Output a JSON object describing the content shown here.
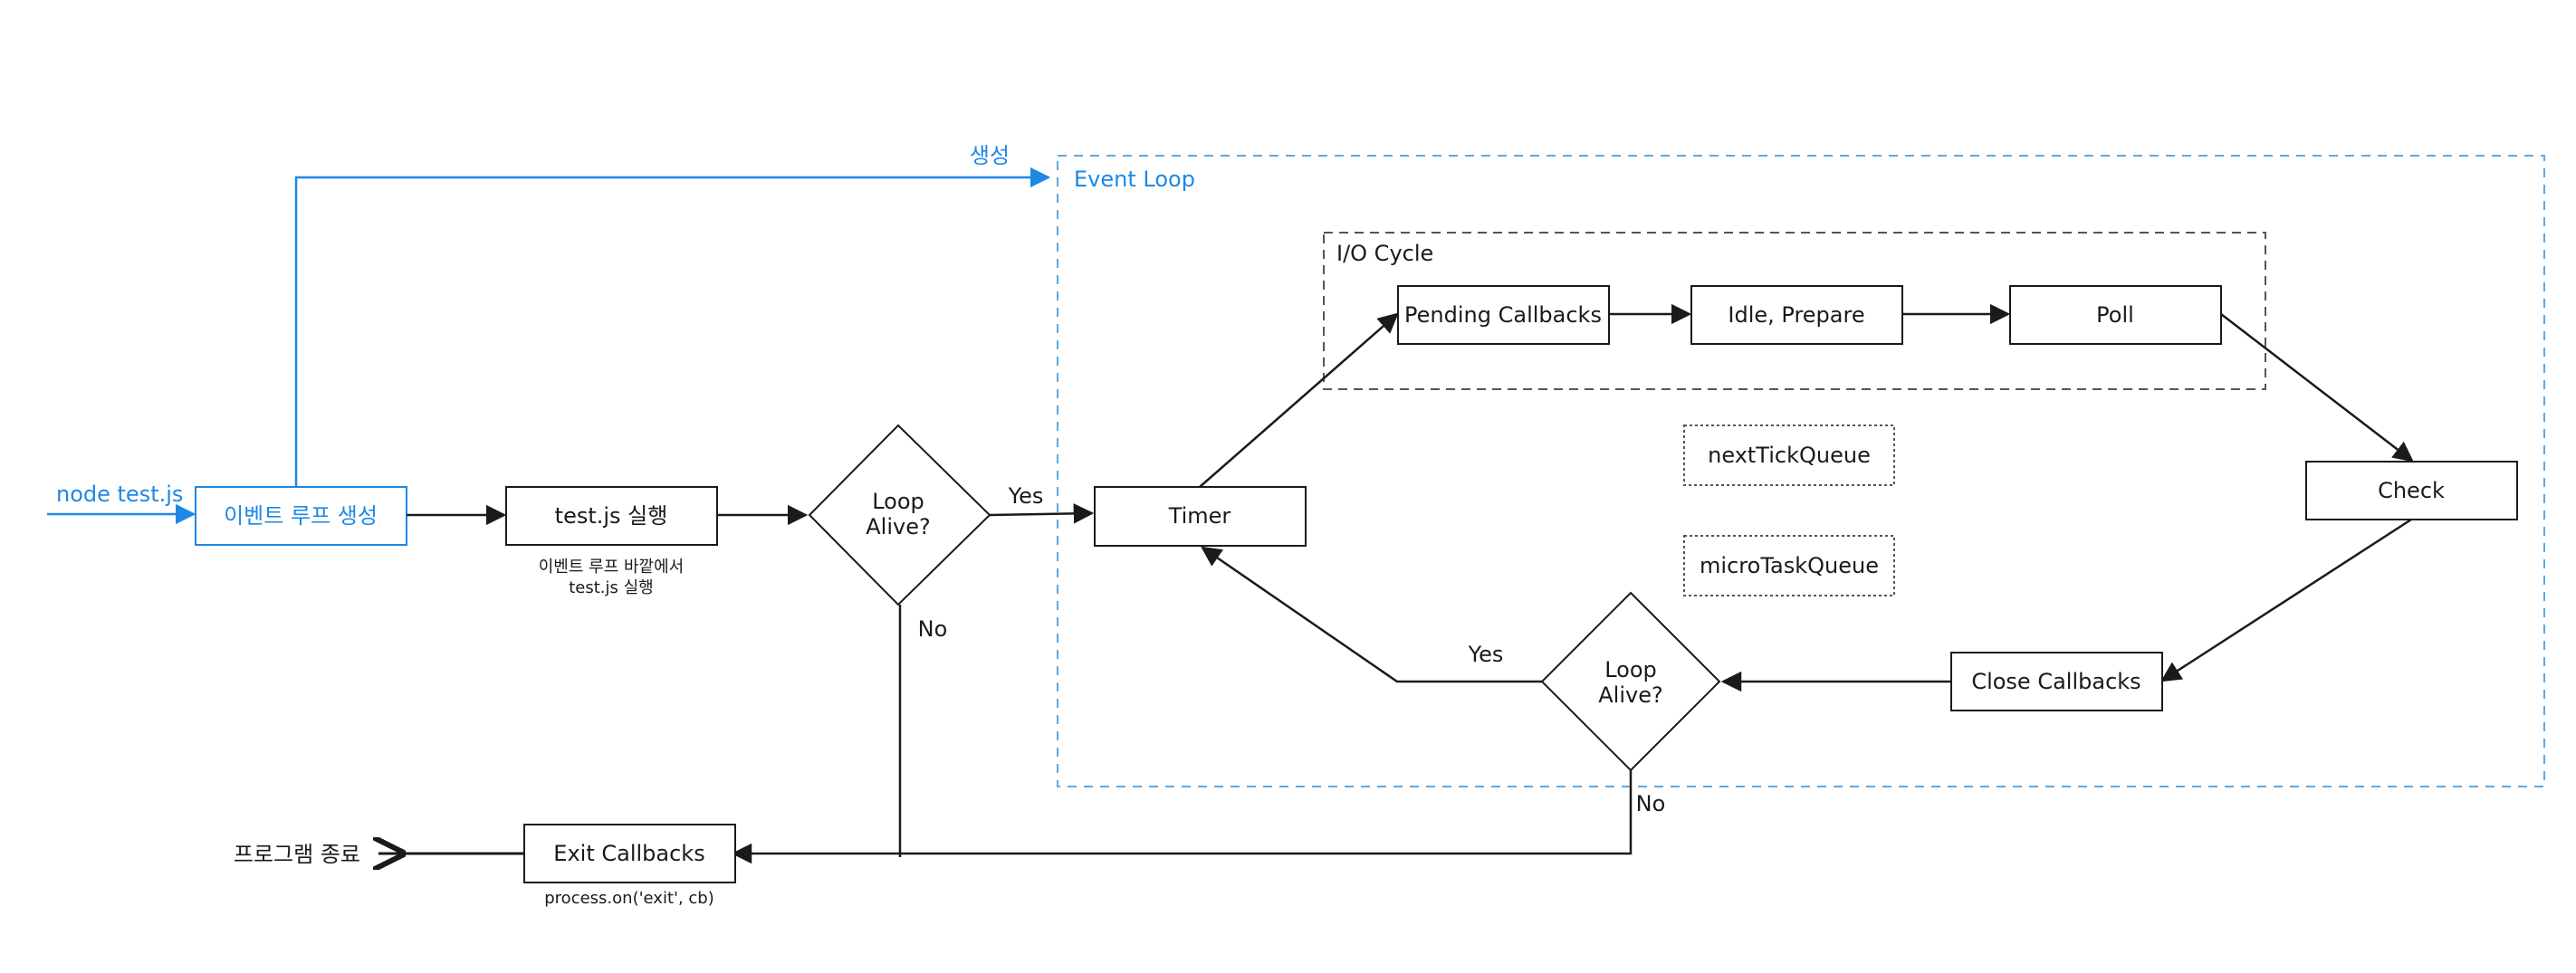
{
  "entry": {
    "label": "node test.js"
  },
  "create_loop": {
    "label": "이벤트 루프 생성"
  },
  "create_edge": {
    "label": "생성"
  },
  "run_script": {
    "label": "test.js 실행",
    "note_line1": "이벤트 루프 바깥에서",
    "note_line2": "test.js 실행"
  },
  "loop_alive_outer": {
    "line1": "Loop",
    "line2": "Alive?",
    "yes": "Yes",
    "no": "No"
  },
  "event_loop": {
    "title": "Event Loop"
  },
  "io_cycle": {
    "title": "I/O Cycle"
  },
  "phases": {
    "timer": "Timer",
    "pending": "Pending Callbacks",
    "idle": "Idle, Prepare",
    "poll": "Poll",
    "check": "Check",
    "close": "Close Callbacks"
  },
  "queues": {
    "next_tick": "nextTickQueue",
    "micro_task": "microTaskQueue"
  },
  "loop_alive_inner": {
    "line1": "Loop",
    "line2": "Alive?",
    "yes": "Yes",
    "no": "No"
  },
  "exit": {
    "label": "Exit Callbacks",
    "note": "process.on('exit', cb)"
  },
  "end": {
    "label": "프로그램 종료"
  },
  "colors": {
    "accent": "#1e88e5",
    "line": "#1a1a1a",
    "dashed": "#555555"
  }
}
